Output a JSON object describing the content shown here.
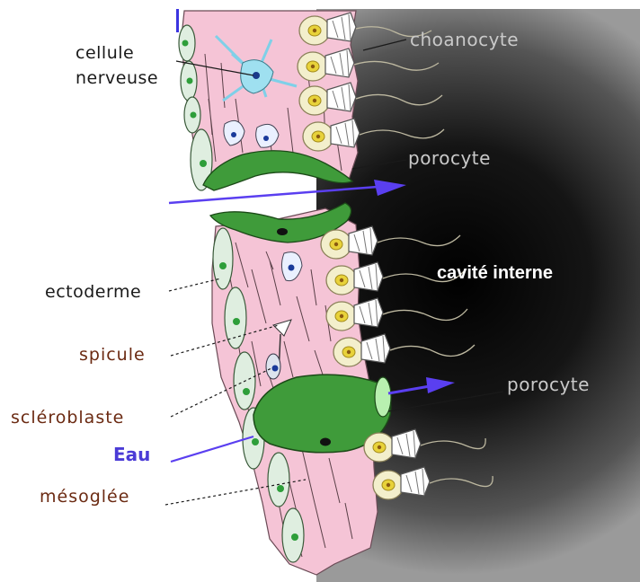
{
  "diagram": {
    "labels": {
      "cellule_nerveuse": [
        "cellule",
        "nerveuse"
      ],
      "choanocyte": "choanocyte",
      "porocyte_top": "porocyte",
      "cavite_interne": "cavité interne",
      "ectoderme": "ectoderme",
      "spicule": "spicule",
      "scleroblaste": "scléroblaste",
      "porocyte_bottom": "porocyte",
      "eau": "Eau",
      "mesoglee": "mésoglée"
    }
  },
  "colors": {
    "mesoglea": "#f5c4d6",
    "ectoderm_cell": "#dfeee0",
    "nucleus_green": "#2e9e3a",
    "porocyte_green": "#3f9b3a",
    "choanocyte_body": "#f3efcc",
    "choanocyte_nucleus": "#e8d23a",
    "collar": "#ffffff",
    "water_arrow": "#5a3ff0",
    "cavity_dark": "#000000",
    "cavity_light": "#9a9a9a"
  }
}
